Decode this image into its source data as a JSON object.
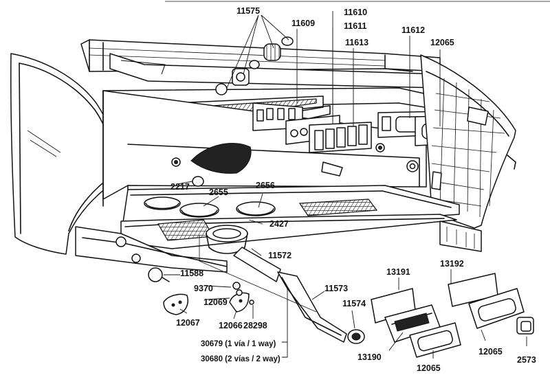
{
  "diagram": {
    "part_numbers": {
      "p11575": "11575",
      "p11609": "11609",
      "p11610": "11610",
      "p11611": "11611",
      "p11613": "11613",
      "p11612": "11612",
      "p12065_top": "12065",
      "p2217": "2217",
      "p2655": "2655",
      "p2656": "2656",
      "p2427": "2427",
      "p11572": "11572",
      "p11588": "11588",
      "p9370": "9370",
      "p12069": "12069",
      "p12067": "12067",
      "p12066": "12066",
      "p28298": "28298",
      "p11573": "11573",
      "p11574": "11574",
      "p13191": "13191",
      "p13192": "13192",
      "p13190": "13190",
      "p12065_mid": "12065",
      "p12065_bot": "12065",
      "p2573": "2573",
      "p30679": "30679 (1 vía / 1 way)",
      "p30680": "30680 (2 vías / 2 way)"
    }
  }
}
